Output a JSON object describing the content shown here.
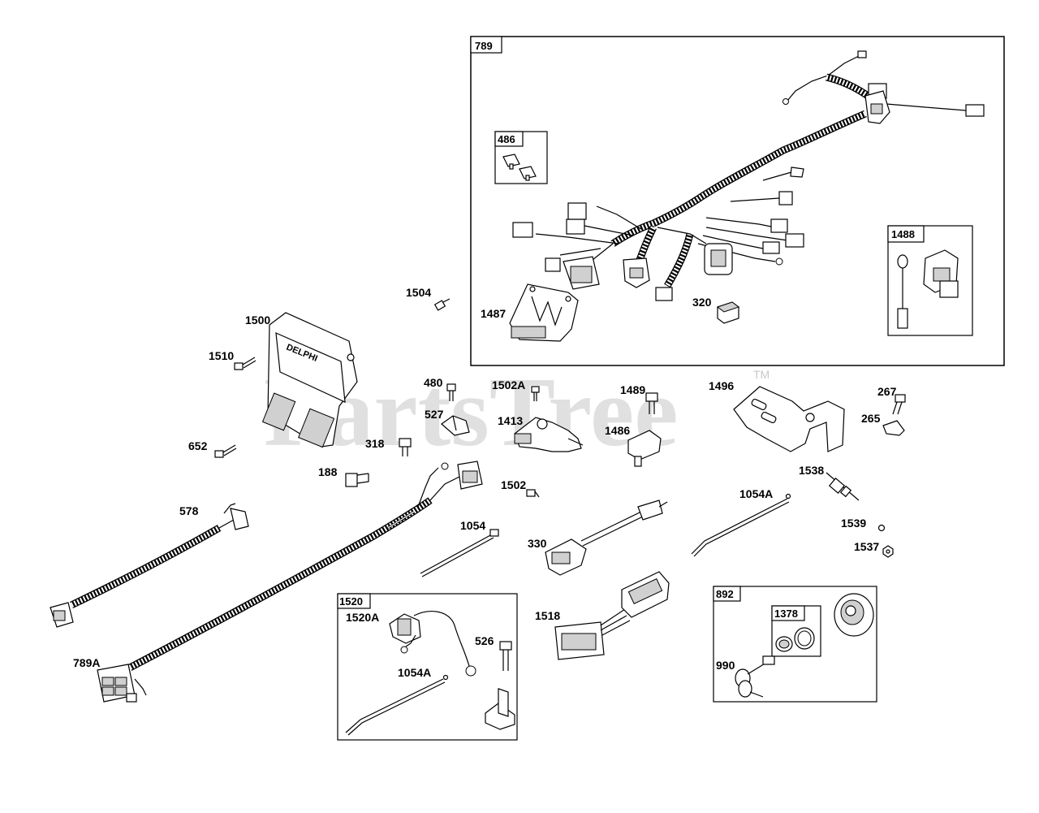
{
  "watermark": {
    "text": "PartsTree",
    "trademark": "TM"
  },
  "group_boxes": [
    {
      "id": "box-789",
      "label": "789"
    },
    {
      "id": "box-486",
      "label": "486"
    },
    {
      "id": "box-1488",
      "label": "1488"
    },
    {
      "id": "box-1520",
      "label": "1520"
    },
    {
      "id": "box-892",
      "label": "892"
    },
    {
      "id": "box-1378",
      "label": "1378"
    }
  ],
  "callouts": [
    "1504",
    "1500",
    "1510",
    "652",
    "480",
    "1502A",
    "1489",
    "1496",
    "267",
    "265",
    "527",
    "1413",
    "1486",
    "318",
    "188",
    "1502",
    "1538",
    "1054A",
    "578",
    "1054",
    "330",
    "1539",
    "1537",
    "1520A",
    "526",
    "1518",
    "1054A",
    "789A",
    "990",
    "1487",
    "320"
  ]
}
